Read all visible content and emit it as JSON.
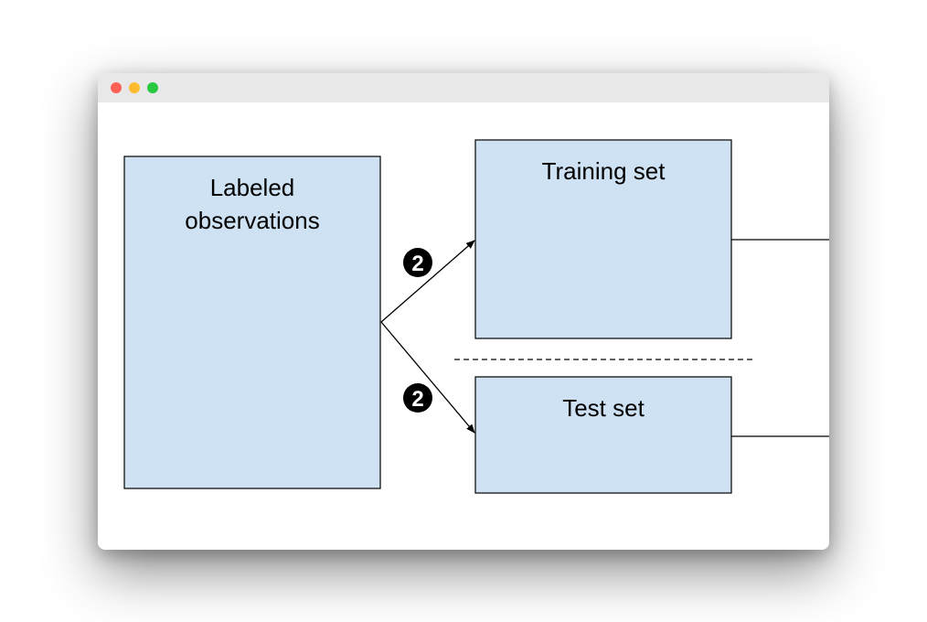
{
  "window": {
    "buttons": [
      "close",
      "minimize",
      "zoom"
    ]
  },
  "diagram": {
    "colors": {
      "box_fill": "#cfe2f3",
      "box_stroke": "#000000",
      "badge_fill": "#000000",
      "badge_text": "#ffffff"
    },
    "nodes": {
      "labeled": {
        "line1": "Labeled",
        "line2": "observations"
      },
      "training": {
        "label": "Training set"
      },
      "test": {
        "label": "Test set"
      }
    },
    "edges": {
      "to_training": {
        "step": "2"
      },
      "to_test": {
        "step": "2"
      }
    }
  }
}
